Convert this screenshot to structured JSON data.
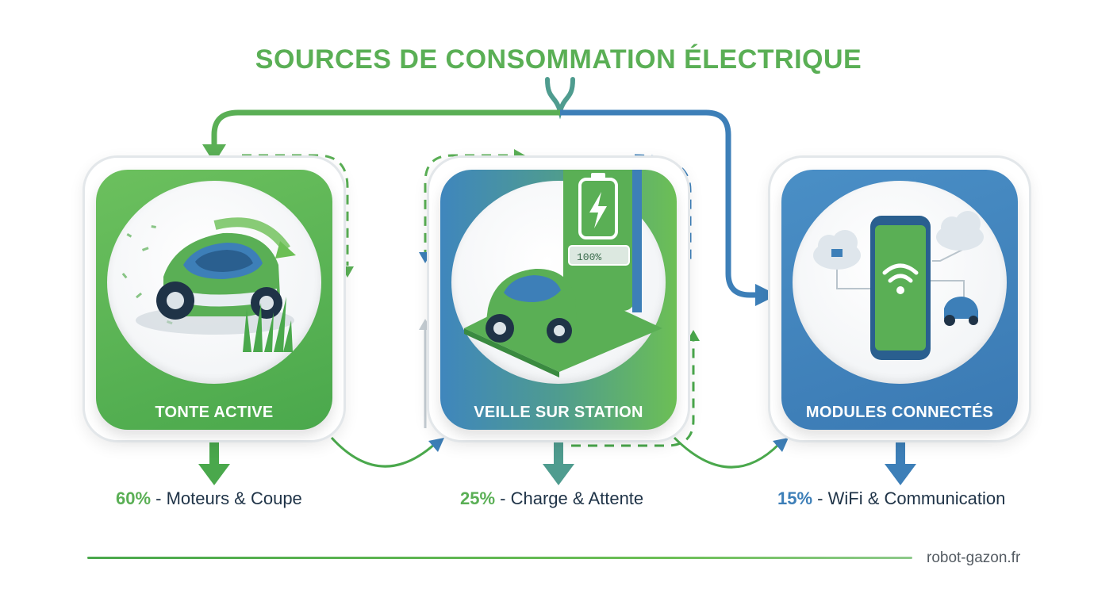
{
  "title": "SOURCES DE CONSOMMATION ÉLECTRIQUE",
  "cards": [
    {
      "label": "TONTE ACTIVE",
      "percent": "60%",
      "description": " - Moteurs & Coupe",
      "color": "#5aaf55"
    },
    {
      "label": "VEILLE SUR STATION",
      "percent": "25%",
      "description": " - Charge & Attente",
      "color": "#5aaf55",
      "battery_text": "100%"
    },
    {
      "label": "MODULES CONNECTÉS",
      "percent": "15%",
      "description": " - WiFi & Communication",
      "color": "#3d7fb8"
    }
  ],
  "footer": {
    "source": "robot-gazon.fr"
  },
  "colors": {
    "green": "#5aaf55",
    "blue": "#3d7fb8",
    "dark": "#1f3347"
  }
}
